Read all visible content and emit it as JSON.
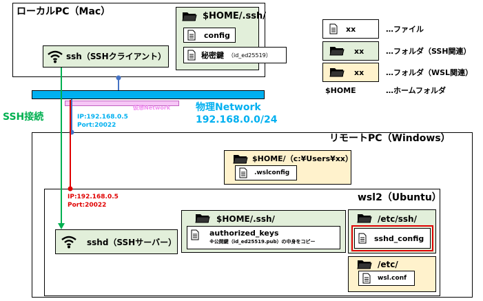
{
  "local_pc": {
    "title": "ローカルPC（Mac）",
    "home_ssh_folder": "$HOME/.ssh/",
    "config_file": "config",
    "key_file": "秘密鍵",
    "key_file_note": "（id_ed25519）",
    "ssh_client": "ssh（SSHクライアント）"
  },
  "legend": {
    "file_sample": "xx",
    "file_desc": "…ファイル",
    "ssh_folder_sample": "xx",
    "ssh_folder_desc": "…フォルダ（SSH関連）",
    "wsl_folder_sample": "xx",
    "wsl_folder_desc": "…フォルダ（WSL関連）",
    "home_term": "$HOME",
    "home_desc": "…ホームフォルダ"
  },
  "network": {
    "virtual_label": "仮想Network",
    "physical_label": "物理Network",
    "physical_cidr": "192.168.0.0/24",
    "ssh_connection": "SSH接続",
    "remote_ip": "IP:192.168.0.5",
    "remote_port": "Port:20022",
    "wsl_ip": "IP:192.168.0.5",
    "wsl_port": "Port:20022"
  },
  "remote_pc": {
    "title": "リモートPC（Windows）",
    "home_folder": "$HOME/（c:¥Users¥xx）",
    "wslconfig_file": ".wslconfig"
  },
  "wsl2": {
    "title": "wsl2（Ubuntu）",
    "sshd": "sshd（SSHサーバー）",
    "home_ssh_folder": "$HOME/.ssh/",
    "authorized_keys_file": "authorized_keys",
    "authorized_keys_note": "※公開鍵（id_ed25519.pub）の中身をコピー",
    "etc_ssh_folder": "/etc/ssh/",
    "sshd_config_file": "sshd_config",
    "etc_folder": "/etc/",
    "wsl_conf_file": "wsl.conf"
  },
  "colors": {
    "ssh_line": "#00b050",
    "remote_line": "#e00000",
    "network_bar": "#00b0f0",
    "virtual_network": "#f0a0f0",
    "network_text": "#00b0f0",
    "highlight": "#e00000",
    "ssh_folder_bg": "#e2efda",
    "wsl_folder_bg": "#fff2cc"
  }
}
